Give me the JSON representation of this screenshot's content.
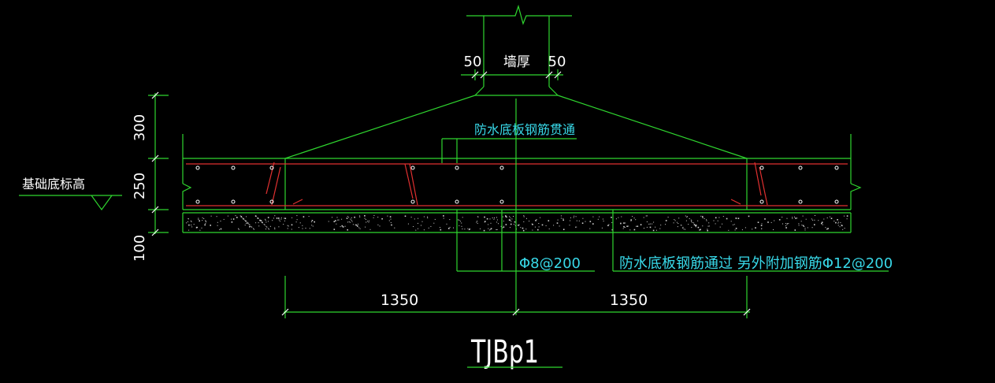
{
  "drawing": {
    "title": "TJBp1",
    "wall_label": "墙厚",
    "offset_left": "50",
    "offset_right": "50",
    "dim_top": "300",
    "dim_mid": "250",
    "dim_bottom": "100",
    "elevation_label": "基础底标高",
    "note_through": "防水底板钢筋贯通",
    "note_stirrup": "Φ8@200",
    "note_additional": "防水底板钢筋通过 另外附加钢筋Φ12@200",
    "span_left": "1350",
    "span_right": "1350"
  },
  "colors": {
    "background": "#000000",
    "outline": "#2fd62f",
    "rebar": "#e03030",
    "text": "#ffffff",
    "note": "#38d8e8"
  }
}
